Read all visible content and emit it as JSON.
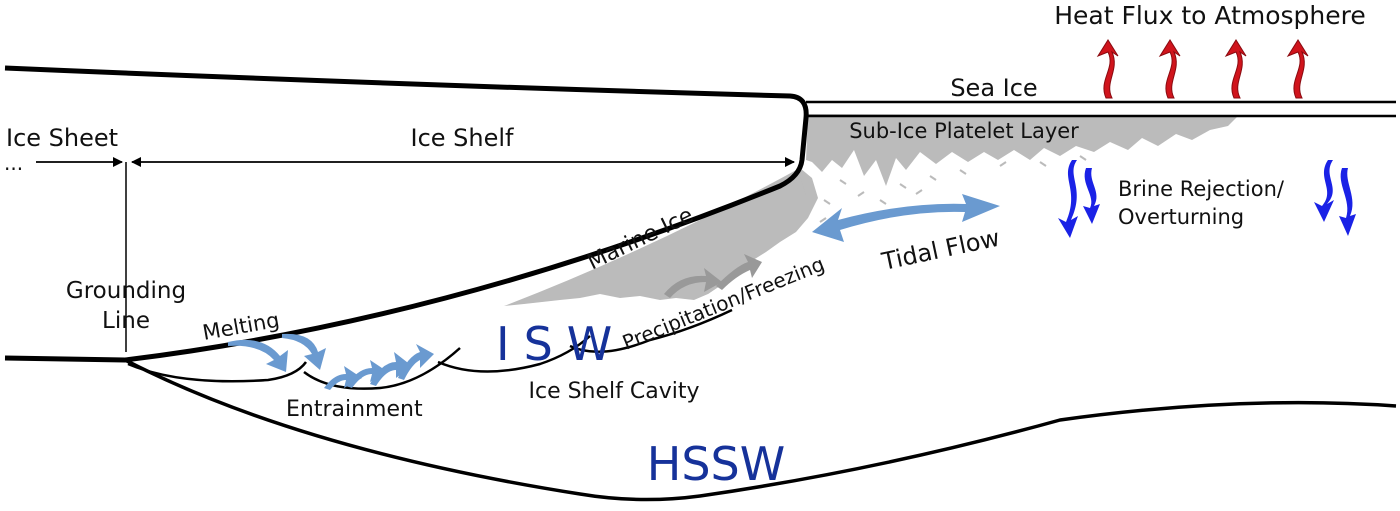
{
  "labels": {
    "heat_flux": "Heat Flux to Atmosphere",
    "sea_ice": "Sea Ice",
    "ice_sheet": "Ice Sheet",
    "ellipsis": "...",
    "ice_shelf": "Ice Shelf",
    "sub_ice_platelet": "Sub-Ice Platelet Layer",
    "brine_line1": "Brine Rejection/",
    "brine_line2": "Overturning",
    "marine_ice": "Marine Ice",
    "tidal_flow": "Tidal Flow",
    "precip_freezing": "Precipitation/Freezing",
    "grounding_line1": "Grounding",
    "grounding_line2": "Line",
    "melting": "Melting",
    "isw": "ISW",
    "entrainment": "Entrainment",
    "cavity": "Ice Shelf Cavity",
    "hssw": "HSSW"
  },
  "colors": {
    "outline": "#000000",
    "water_mass_label": "#16329a",
    "heat_arrow": "#d0141c",
    "brine_arrow": "#1a22e6",
    "flow_arrow": "#6a9ad0",
    "platelet": "#bbbbbb"
  },
  "icons": [
    "heat-flux-arrow-icon",
    "brine-overturning-arrow-icon",
    "tidal-flow-arrow-icon",
    "melting-arrow-icon",
    "entrainment-arrow-icon",
    "freezing-arrow-icon"
  ]
}
